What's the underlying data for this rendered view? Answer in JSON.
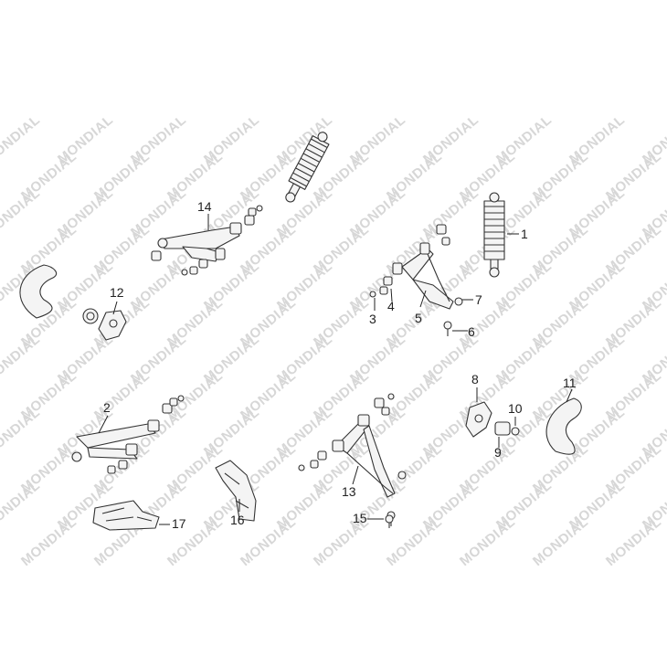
{
  "watermark": {
    "text": "MONDIAL"
  },
  "parts": [
    {
      "id": "1",
      "label": "1"
    },
    {
      "id": "2",
      "label": "2"
    },
    {
      "id": "3",
      "label": "3"
    },
    {
      "id": "4",
      "label": "4"
    },
    {
      "id": "5",
      "label": "5"
    },
    {
      "id": "6",
      "label": "6"
    },
    {
      "id": "7",
      "label": "7"
    },
    {
      "id": "8",
      "label": "8"
    },
    {
      "id": "9",
      "label": "9"
    },
    {
      "id": "10",
      "label": "10"
    },
    {
      "id": "11",
      "label": "11"
    },
    {
      "id": "12",
      "label": "12"
    },
    {
      "id": "13",
      "label": "13"
    },
    {
      "id": "14",
      "label": "14"
    },
    {
      "id": "15",
      "label": "15"
    },
    {
      "id": "16",
      "label": "16"
    },
    {
      "id": "17",
      "label": "17"
    }
  ]
}
